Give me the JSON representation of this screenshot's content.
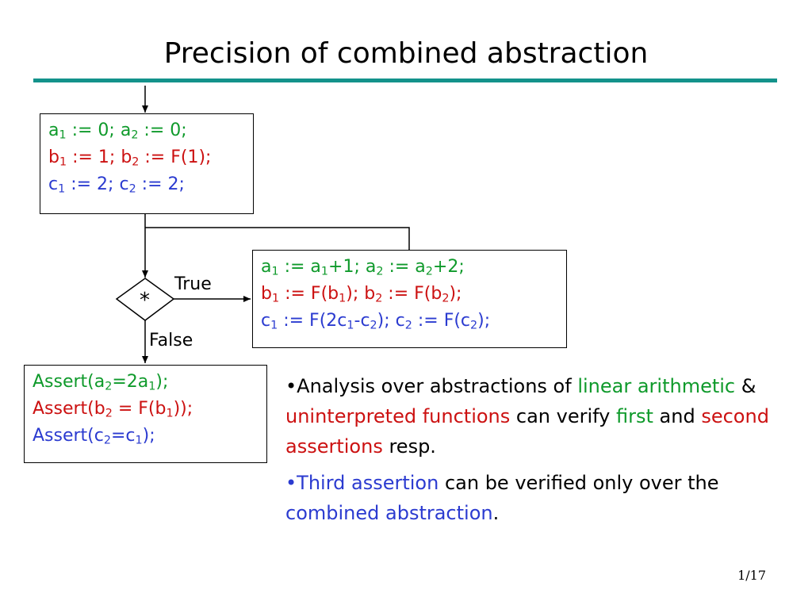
{
  "slide": {
    "title": "Precision of combined abstraction",
    "page_number": "1/17"
  },
  "colors": {
    "rule": "#13928b",
    "green": "#0f9a2b",
    "red": "#cc1111",
    "blue": "#2b3bd0"
  },
  "flowchart": {
    "init_box": {
      "line1": {
        "a1": "a",
        "s1": "1",
        "mid": " := 0; a",
        "s2": "2",
        "end": " := 0;"
      },
      "line2": {
        "a1": "b",
        "s1": "1",
        "mid": " := 1; b",
        "s2": "2",
        "end": " := F(1);"
      },
      "line3": {
        "a1": "c",
        "s1": "1",
        "mid": " := 2; c",
        "s2": "2",
        "end": " := 2;"
      }
    },
    "loop_box": {
      "line1": [
        "a",
        "1",
        " := a",
        "1",
        "+1; a",
        "2",
        " := a",
        "2",
        "+2;"
      ],
      "line2": [
        "b",
        "1",
        " := F(b",
        "1",
        "); b",
        "2",
        " := F(b",
        "2",
        ");"
      ],
      "line3": [
        "c",
        "1",
        " := F(2c",
        "1",
        "-c",
        "2",
        "); c",
        "2",
        " := F(c",
        "2",
        ");"
      ]
    },
    "assert_box": {
      "line1": [
        "Assert(a",
        "2",
        "=2a",
        "1",
        ");"
      ],
      "line2": [
        "Assert(b",
        "2",
        " = F(b",
        "1",
        "));"
      ],
      "line3": [
        "Assert(c",
        "2",
        "=c",
        "1",
        ");"
      ]
    },
    "decision_symbol": "*",
    "true_label": "True",
    "false_label": "False"
  },
  "bullets": [
    {
      "parts": [
        {
          "text": "•Analysis over abstractions of ",
          "color": "black"
        },
        {
          "text": "linear arithmetic",
          "color": "green"
        },
        {
          "text": " & ",
          "color": "black"
        },
        {
          "text": "uninterpreted functions",
          "color": "red"
        },
        {
          "text": " can verify ",
          "color": "black"
        },
        {
          "text": "first",
          "color": "green"
        },
        {
          "text": " and ",
          "color": "black"
        },
        {
          "text": "second assertions",
          "color": "red"
        },
        {
          "text": " resp.",
          "color": "black"
        }
      ]
    },
    {
      "parts": [
        {
          "text": "•",
          "color": "blue"
        },
        {
          "text": "Third assertion",
          "color": "blue"
        },
        {
          "text": " can be verified only over the ",
          "color": "black"
        },
        {
          "text": "combined abstraction",
          "color": "blue"
        },
        {
          "text": ".",
          "color": "black"
        }
      ]
    }
  ]
}
